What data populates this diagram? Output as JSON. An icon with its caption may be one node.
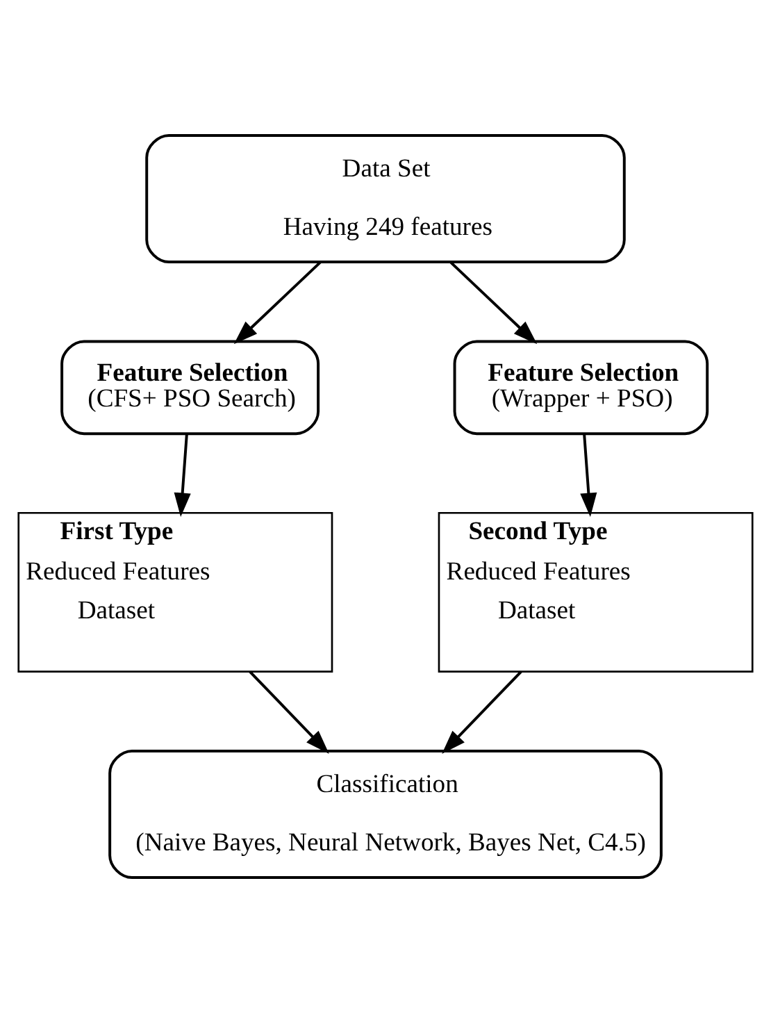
{
  "diagram": {
    "nodes": [
      {
        "text": [
          "Data Set",
          "Having 249 features"
        ]
      },
      {
        "text": [
          "Feature Selection",
          "(CFS+ PSO Search)"
        ]
      },
      {
        "text": [
          "Feature Selection",
          "(Wrapper + PSO)"
        ]
      },
      {
        "text": [
          "First Type",
          "Reduced Features",
          "Dataset"
        ]
      },
      {
        "text": [
          "Second Type",
          "Reduced Features",
          "Dataset"
        ]
      },
      {
        "text": [
          "Classification",
          "(Naive Bayes, Neural Network, Bayes Net, C4.5)"
        ]
      }
    ],
    "edges": [
      {
        "from": 0,
        "to": 1,
        "arrow": "to"
      },
      {
        "from": 0,
        "to": 2,
        "arrow": "to"
      },
      {
        "from": 1,
        "to": 3,
        "arrow": "to"
      },
      {
        "from": 2,
        "to": 4,
        "arrow": "to"
      },
      {
        "from": 3,
        "to": 5,
        "arrow": "to"
      },
      {
        "from": 4,
        "to": 5,
        "arrow": "to"
      }
    ]
  }
}
